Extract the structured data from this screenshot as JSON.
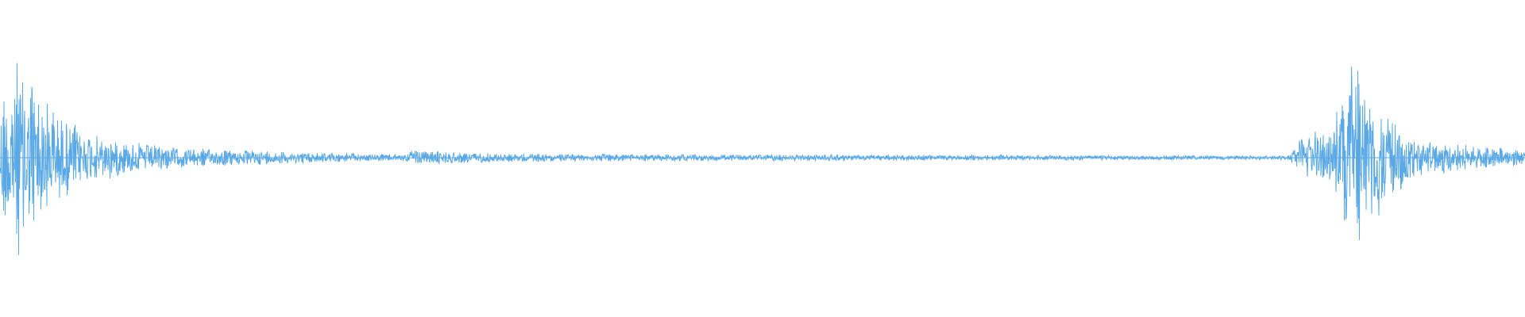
{
  "waveform": {
    "color": "#5aa9e6",
    "background": "#ffffff",
    "envelope": [
      {
        "t": 0.0,
        "amp": 0.55
      },
      {
        "t": 0.005,
        "amp": 0.8
      },
      {
        "t": 0.012,
        "amp": 0.95
      },
      {
        "t": 0.02,
        "amp": 0.85
      },
      {
        "t": 0.028,
        "amp": 0.6
      },
      {
        "t": 0.04,
        "amp": 0.4
      },
      {
        "t": 0.06,
        "amp": 0.22
      },
      {
        "t": 0.09,
        "amp": 0.14
      },
      {
        "t": 0.13,
        "amp": 0.09
      },
      {
        "t": 0.18,
        "amp": 0.06
      },
      {
        "t": 0.23,
        "amp": 0.04
      },
      {
        "t": 0.265,
        "amp": 0.03
      },
      {
        "t": 0.27,
        "amp": 0.08
      },
      {
        "t": 0.29,
        "amp": 0.06
      },
      {
        "t": 0.33,
        "amp": 0.04
      },
      {
        "t": 0.4,
        "amp": 0.035
      },
      {
        "t": 0.48,
        "amp": 0.03
      },
      {
        "t": 0.56,
        "amp": 0.028
      },
      {
        "t": 0.64,
        "amp": 0.025
      },
      {
        "t": 0.72,
        "amp": 0.022
      },
      {
        "t": 0.79,
        "amp": 0.02
      },
      {
        "t": 0.845,
        "amp": 0.02
      },
      {
        "t": 0.852,
        "amp": 0.18
      },
      {
        "t": 0.862,
        "amp": 0.25
      },
      {
        "t": 0.872,
        "amp": 0.22
      },
      {
        "t": 0.878,
        "amp": 0.5
      },
      {
        "t": 0.886,
        "amp": 0.95
      },
      {
        "t": 0.895,
        "amp": 0.75
      },
      {
        "t": 0.905,
        "amp": 0.55
      },
      {
        "t": 0.915,
        "amp": 0.35
      },
      {
        "t": 0.93,
        "amp": 0.18
      },
      {
        "t": 0.95,
        "amp": 0.15
      },
      {
        "t": 0.97,
        "amp": 0.1
      },
      {
        "t": 1.0,
        "amp": 0.08
      }
    ]
  }
}
